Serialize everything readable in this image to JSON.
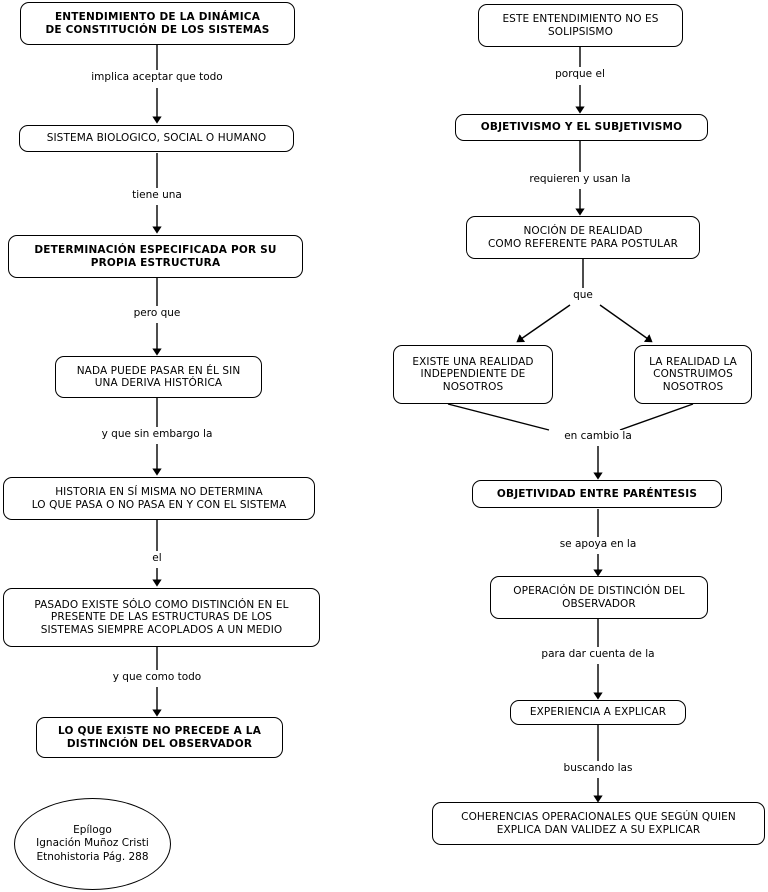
{
  "diagram": {
    "title": "Mapa conceptual - Entendimiento de la dinamica de constitucion de los sistemas",
    "background": "#ffffff",
    "stroke": "#000000"
  },
  "left_column": {
    "nodes": [
      {
        "id": "l1",
        "text": "ENTENDIMIENTO DE LA DINÁMICA\nDE CONSTITUCIÓN DE LOS SISTEMAS",
        "bold": true
      },
      {
        "id": "l2",
        "text": "SISTEMA BIOLOGICO, SOCIAL O HUMANO",
        "bold": false
      },
      {
        "id": "l3",
        "text": "DETERMINACIÓN ESPECIFICADA POR SU\nPROPIA ESTRUCTURA",
        "bold": true
      },
      {
        "id": "l4",
        "text": "NADA PUEDE PASAR EN ÉL SIN\nUNA DERIVA HISTÓRICA",
        "bold": false
      },
      {
        "id": "l5",
        "text": "HISTORIA EN SÍ MISMA NO DETERMINA\nLO QUE PASA O NO PASA EN Y CON EL SISTEMA",
        "bold": false
      },
      {
        "id": "l6",
        "text": "PASADO EXISTE SÓLO COMO DISTINCIÓN EN EL\nPRESENTE DE LAS ESTRUCTURAS DE LOS\nSISTEMAS SIEMPRE ACOPLADOS A UN MEDIO",
        "bold": false
      },
      {
        "id": "l7",
        "text": "LO QUE EXISTE NO PRECEDE A LA\nDISTINCIÓN DEL OBSERVADOR",
        "bold": true
      }
    ],
    "links": [
      {
        "id": "ll1",
        "label": "implica aceptar que todo"
      },
      {
        "id": "ll2",
        "label": "tiene una"
      },
      {
        "id": "ll3",
        "label": "pero que"
      },
      {
        "id": "ll4",
        "label": "y que sin embargo la"
      },
      {
        "id": "ll5",
        "label": "el"
      },
      {
        "id": "ll6",
        "label": "y que como todo"
      }
    ],
    "credit": {
      "id": "credit",
      "text": "Epílogo\nIgnación Muñoz Cristi\nEtnohistoria Pág. 288"
    }
  },
  "right_column": {
    "nodes": [
      {
        "id": "r1",
        "text": "ESTE ENTENDIMIENTO NO ES\nSOLIPSISMO",
        "bold": false
      },
      {
        "id": "r2",
        "text": "OBJETIVISMO Y EL SUBJETIVISMO",
        "bold": true
      },
      {
        "id": "r3",
        "text": "NOCIÓN DE REALIDAD\nCOMO REFERENTE PARA POSTULAR",
        "bold": false
      },
      {
        "id": "r4a",
        "text": "EXISTE UNA REALIDAD\nINDEPENDIENTE DE\nNOSOTROS",
        "bold": false
      },
      {
        "id": "r4b",
        "text": "LA REALIDAD LA\nCONSTRUIMOS\nNOSOTROS",
        "bold": false
      },
      {
        "id": "r5",
        "text": "OBJETIVIDAD ENTRE PARÉNTESIS",
        "bold": true
      },
      {
        "id": "r6",
        "text": "OPERACIÓN DE DISTINCIÓN DEL\nOBSERVADOR",
        "bold": false
      },
      {
        "id": "r7",
        "text": "EXPERIENCIA A EXPLICAR",
        "bold": false
      },
      {
        "id": "r8",
        "text": "COHERENCIAS OPERACIONALES QUE SEGÚN QUIEN\nEXPLICA DAN VALIDEZ A SU EXPLICAR",
        "bold": false
      }
    ],
    "links": [
      {
        "id": "rl1",
        "label": "porque el"
      },
      {
        "id": "rl2",
        "label": "requieren y usan la"
      },
      {
        "id": "rl3",
        "label": "que"
      },
      {
        "id": "rl4",
        "label": "en cambio la"
      },
      {
        "id": "rl5",
        "label": "se apoya en la"
      },
      {
        "id": "rl6",
        "label": "para dar cuenta de la"
      },
      {
        "id": "rl7",
        "label": "buscando las"
      }
    ]
  }
}
